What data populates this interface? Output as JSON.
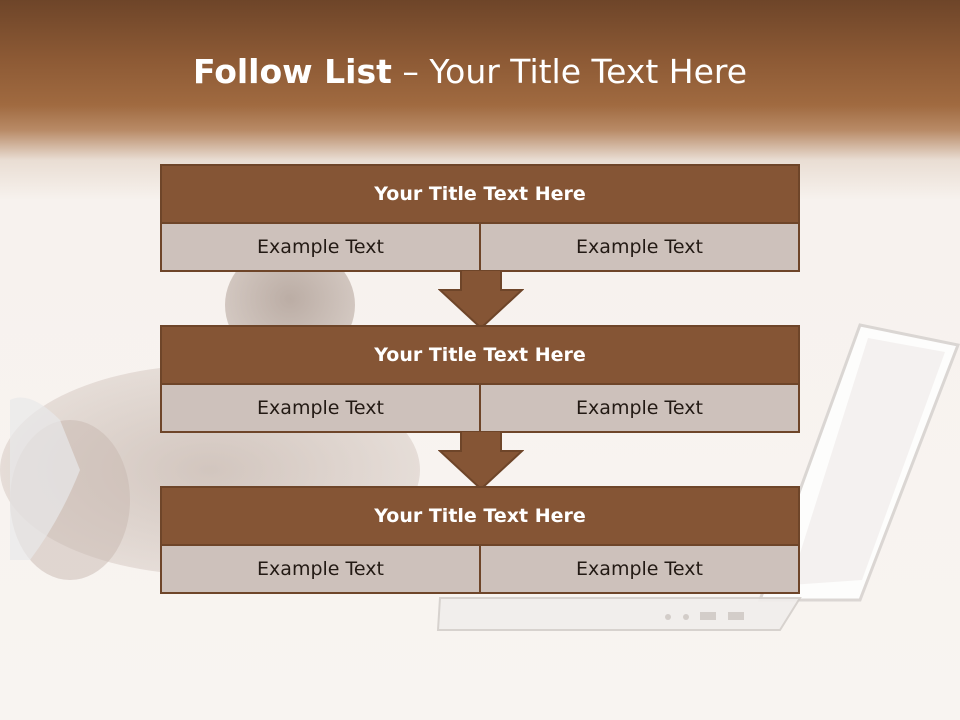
{
  "slide": {
    "title_bold": "Follow List",
    "title_rest": " – Your Title Text Here"
  },
  "steps": [
    {
      "title": "Your Title Text Here",
      "left": "Example Text",
      "right": "Example Text"
    },
    {
      "title": "Your Title Text Here",
      "left": "Example Text",
      "right": "Example Text"
    },
    {
      "title": "Your Title Text Here",
      "left": "Example Text",
      "right": "Example Text"
    }
  ],
  "colors": {
    "header_brown": "#855535",
    "border_brown": "#6e4529",
    "cell_gray": "#cdc1bb",
    "title_text": "#ffffff"
  },
  "icons": {
    "arrow": "down-arrow-icon"
  }
}
